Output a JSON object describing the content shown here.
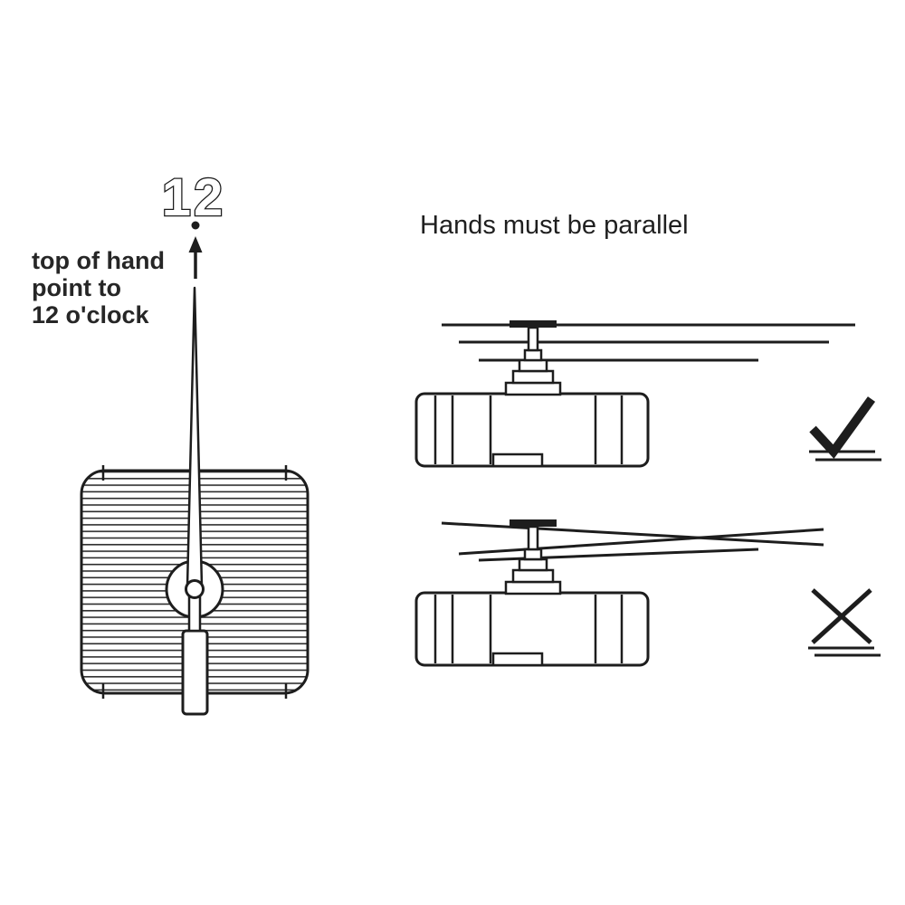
{
  "colors": {
    "ink": "#1d1d1d",
    "background": "#ffffff"
  },
  "left_figure": {
    "clock_number": "12",
    "note_lines": [
      "top of hand",
      "point to",
      "12 o'clock"
    ]
  },
  "right_figure": {
    "title": "Hands must be parallel",
    "top_status_icon": "check-mark",
    "bottom_status_icon": "cross-mark"
  }
}
